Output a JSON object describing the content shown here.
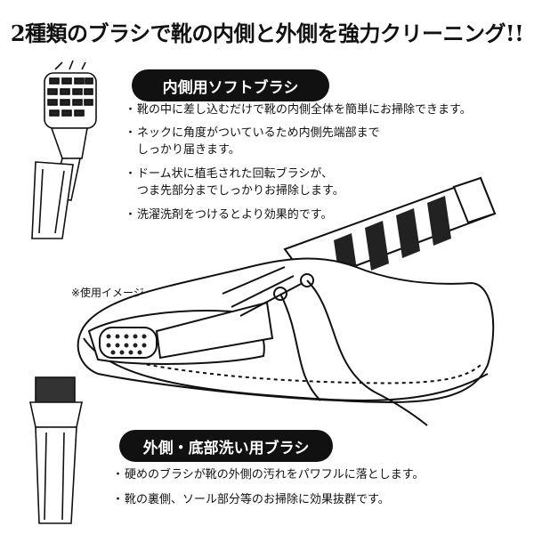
{
  "headline": "2種類のブラシで靴の内側と外側を強力クリーニング!!",
  "inner_section": {
    "title": "内側用ソフトブラシ",
    "bullets": [
      "靴の中に差し込むだけで靴の内側全体を簡単にお掃除できます。",
      "ネックに角度がついているため内側先端部まで",
      "しっかり届きます。",
      "ドーム状に植毛された回転ブラシが、",
      "つま先部分までしっかりお掃除します。",
      "洗濯洗剤をつけるとより効果的です。"
    ]
  },
  "usage_note": "※使用イメージ",
  "outer_section": {
    "title": "外側・底部洗い用ブラシ",
    "bullets": [
      "硬めのブラシが靴の外側の汚れをパワフルに落とします。",
      "靴の裏側、ソール部分等のお掃除に効果抜群です。"
    ]
  },
  "colors": {
    "ink": "#111111",
    "background": "#ffffff",
    "pill": "#111111"
  }
}
